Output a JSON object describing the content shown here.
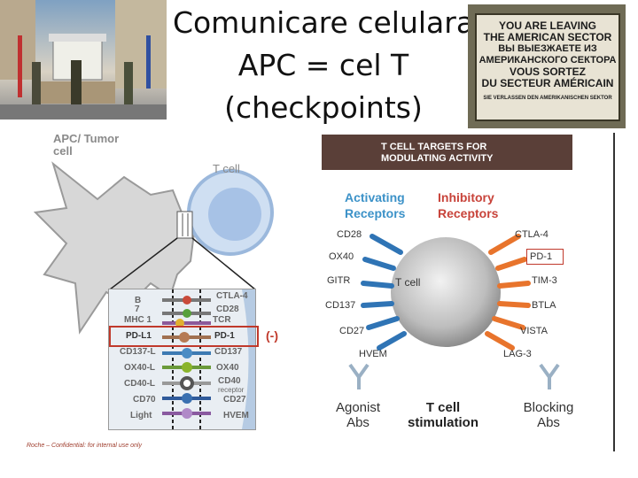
{
  "slide": {
    "title_lines": [
      "Comunicare celulara",
      "APC = cel T",
      "(checkpoints)"
    ]
  },
  "sign": {
    "lines": [
      "YOU ARE LEAVING",
      "THE AMERICAN SECTOR",
      "ВЫ ВЫЕЗЖАЕТЕ ИЗ",
      "АМЕРИКАНСКОГО СЕКТОРА",
      "VOUS SORTEZ",
      "DU SECTEUR AMÉRICAIN"
    ],
    "small_line": "SIE VERLASSEN DEN AMERIKANISCHEN SEKTOR"
  },
  "left_diagram": {
    "apc_label": [
      "APC/ Tumor",
      "cell"
    ],
    "tcell_label": "T cell",
    "left_receptors": [
      "B 7",
      "MHC 1",
      "PD-L1",
      "CD137-L",
      "OX40-L",
      "CD40-L",
      "CD70",
      "Light"
    ],
    "right_receptors": [
      "CTLA-4",
      "CD28",
      "TCR",
      "PD-1",
      "CD137",
      "OX40",
      "CD40",
      "receptor",
      "CD27",
      "HVEM"
    ],
    "negative_mark": "(-)",
    "footer": "Roche – Confidential: for internal use only"
  },
  "right_diagram": {
    "banner": [
      "T CELL TARGETS FOR",
      "MODULATING ACTIVITY"
    ],
    "activating": [
      "Activating",
      "Receptors"
    ],
    "inhibitory": [
      "Inhibitory",
      "Receptors"
    ],
    "activating_list": [
      "CD28",
      "OX40",
      "GITR",
      "CD137",
      "CD27",
      "HVEM"
    ],
    "inhibitory_list": [
      "CTLA-4",
      "PD-1",
      "TIM-3",
      "BTLA",
      "VISTA",
      "LAG-3"
    ],
    "cell_label": "T cell",
    "agonist": [
      "Agonist",
      "Abs"
    ],
    "stimulation": [
      "T cell",
      "stimulation"
    ],
    "blocking": [
      "Blocking",
      "Abs"
    ]
  },
  "colors": {
    "activating": "#3c92c8",
    "inhibitory": "#c8433a",
    "banner": "#5a3f38",
    "highlight": "#c0392b"
  }
}
